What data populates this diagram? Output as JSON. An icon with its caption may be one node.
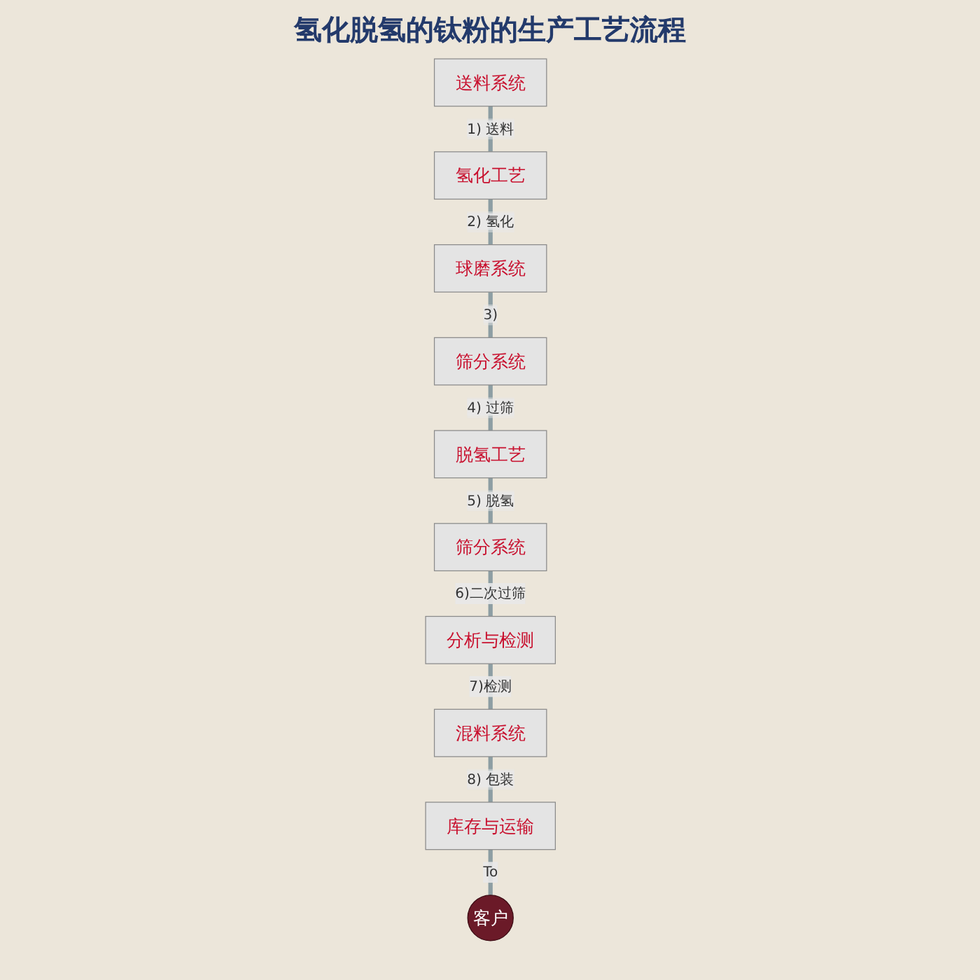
{
  "diagram": {
    "title": "氢化脱氢的钛粉的生产工艺流程",
    "nodes": [
      {
        "text": [
          "送料系统"
        ]
      },
      {
        "text": [
          "氢化工艺"
        ]
      },
      {
        "text": [
          "球磨系统"
        ]
      },
      {
        "text": [
          "筛分系统"
        ]
      },
      {
        "text": [
          "脱氢工艺"
        ]
      },
      {
        "text": [
          "筛分系统"
        ]
      },
      {
        "text": [
          "分析与检测"
        ]
      },
      {
        "text": [
          "混料系统"
        ]
      },
      {
        "text": [
          "库存与运输"
        ]
      },
      {
        "text": [
          "客户"
        ]
      }
    ],
    "edges": [
      {
        "from": 0,
        "to": 1,
        "arrow": "none",
        "label": "1) 送料"
      },
      {
        "from": 1,
        "to": 2,
        "arrow": "none",
        "label": "2) 氢化"
      },
      {
        "from": 2,
        "to": 3,
        "arrow": "none",
        "label": "3)"
      },
      {
        "from": 3,
        "to": 4,
        "arrow": "none",
        "label": "4) 过筛"
      },
      {
        "from": 4,
        "to": 5,
        "arrow": "none",
        "label": "5) 脱氢"
      },
      {
        "from": 5,
        "to": 6,
        "arrow": "none",
        "label": "6)二次过筛"
      },
      {
        "from": 6,
        "to": 7,
        "arrow": "none",
        "label": "7)检测"
      },
      {
        "from": 7,
        "to": 8,
        "arrow": "none",
        "label": "8) 包装"
      },
      {
        "from": 8,
        "to": 9,
        "arrow": "none",
        "label": "To"
      }
    ]
  }
}
